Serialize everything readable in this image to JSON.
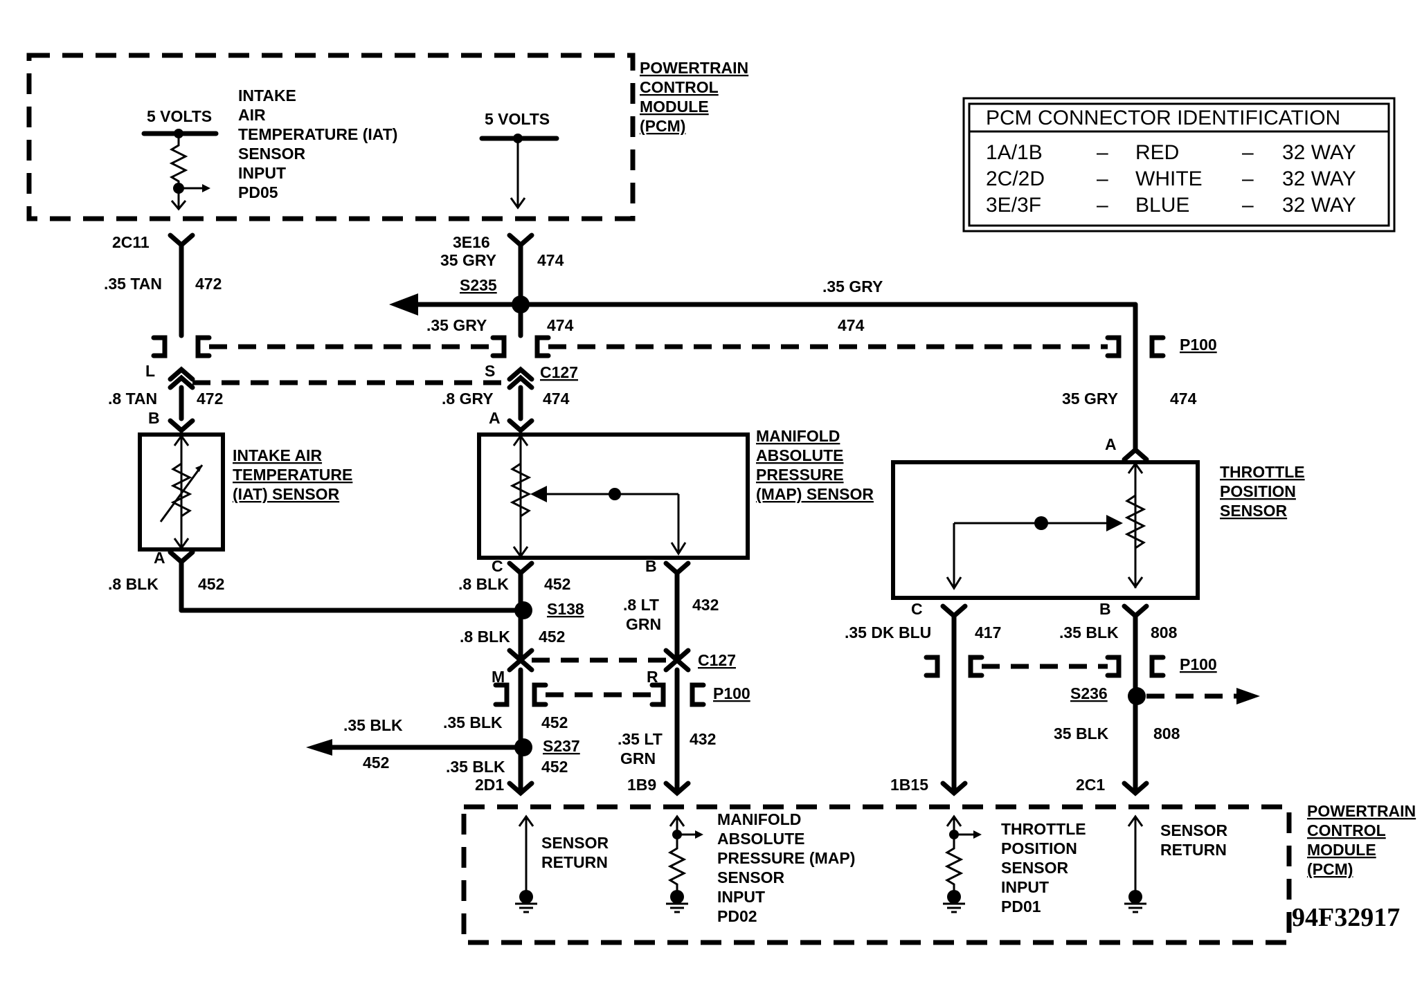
{
  "pcm_top": {
    "title_lines": [
      "POWERTRAIN",
      "CONTROL",
      "MODULE",
      "(PCM)"
    ],
    "iat_supply": "5 VOLTS",
    "iat_input_lines": [
      "INTAKE",
      "AIR",
      "TEMPERATURE (IAT)",
      "SENSOR",
      "INPUT",
      "PD05"
    ],
    "ref_supply": "5 VOLTS"
  },
  "legend": {
    "title": "PCM CONNECTOR IDENTIFICATION",
    "rows": [
      {
        "pins": "1A/1B",
        "sep1": "–",
        "color": "RED",
        "sep2": "–",
        "ways": "32 WAY"
      },
      {
        "pins": "2C/2D",
        "sep1": "–",
        "color": "WHITE",
        "sep2": "–",
        "ways": "32 WAY"
      },
      {
        "pins": "3E/3F",
        "sep1": "–",
        "color": "BLUE",
        "sep2": "–",
        "ways": "32 WAY"
      }
    ]
  },
  "wires": {
    "iat_pin_top": "2C11",
    "iat_wire_top": ".35 TAN",
    "iat_circuit_top": "472",
    "ref_pin_top": "3E16",
    "ref_wire_top": "35 GRY",
    "ref_circuit_top": "474",
    "splice_s235": "S235",
    "ref_wire_branch": ".35 GRY",
    "ref_wire_mid": ".35 GRY",
    "ref_circuit_mid": "474",
    "ref_circuit_branch": "474",
    "p100_top": "P100",
    "pin_l": "L",
    "pin_s": "S",
    "c127_top": "C127",
    "iat_wire_lower": ".8 TAN",
    "iat_circuit_lower": "472",
    "ref_wire_lower": ".8 GRY",
    "ref_circuit_lower": "474",
    "tps_ref_wire": "35 GRY",
    "tps_ref_circuit": "474",
    "iat_pin_b": "B",
    "map_pin_a": "A",
    "tps_pin_a": "A",
    "iat_pin_a": "A",
    "iat_ground_wire": ".8 BLK",
    "iat_ground_circuit": "452",
    "map_pin_c": "C",
    "map_pin_b": "B",
    "map_ground_wire": ".8 BLK",
    "map_ground_circuit": "452",
    "splice_s138": "S138",
    "map_signal_wire_1": ".8  LT",
    "map_signal_wire_2": "GRN",
    "map_signal_circuit": "432",
    "ground_wire_mid": ".8 BLK",
    "ground_circuit_mid": "452",
    "c127_bottom": "C127",
    "pin_m": "M",
    "pin_r": "R",
    "p100_bottom_left": "P100",
    "ground_wire_s237_left": ".35 BLK",
    "ground_wire_s237_up": ".35 BLK",
    "ground_circuit_s237_up": "452",
    "splice_s237": "S237",
    "ground_circuit_left": "452",
    "ground_wire_s237_down": ".35 BLK",
    "ground_circuit_s237_down": "452",
    "pin_2d1": "2D1",
    "map_signal_wire_low_1": ".35 LT",
    "map_signal_wire_low_2": "GRN",
    "map_signal_circuit_low": "432",
    "pin_1b9": "1B9",
    "tps_pin_c": "C",
    "tps_pin_b": "B",
    "tps_signal_wire": ".35 DK BLU",
    "tps_signal_circuit": "417",
    "tps_ground_wire": ".35 BLK",
    "tps_ground_circuit": "808",
    "p100_bottom_right": "P100",
    "splice_s236": "S236",
    "tps_ground_wire_low": "35 BLK",
    "tps_ground_circuit_low": "808",
    "pin_1b15": "1B15",
    "pin_2c1": "2C1"
  },
  "sensors": {
    "iat_lines": [
      "INTAKE AIR",
      "TEMPERATURE",
      "(IAT) SENSOR"
    ],
    "map_lines": [
      "MANIFOLD",
      "ABSOLUTE",
      "PRESSURE",
      "(MAP) SENSOR"
    ],
    "tps_lines": [
      "THROTTLE",
      "POSITION",
      "SENSOR"
    ]
  },
  "pcm_bottom": {
    "title_lines": [
      "POWERTRAIN",
      "CONTROL",
      "MODULE",
      "(PCM)"
    ],
    "sensor_return_1": [
      "SENSOR",
      "RETURN"
    ],
    "map_input": [
      "MANIFOLD",
      "ABSOLUTE",
      "PRESSURE (MAP)",
      "SENSOR",
      "INPUT",
      "PD02"
    ],
    "tps_input": [
      "THROTTLE",
      "POSITION",
      "SENSOR",
      "INPUT",
      "PD01"
    ],
    "sensor_return_2": [
      "SENSOR",
      "RETURN"
    ]
  },
  "figure_code": "94F32917"
}
